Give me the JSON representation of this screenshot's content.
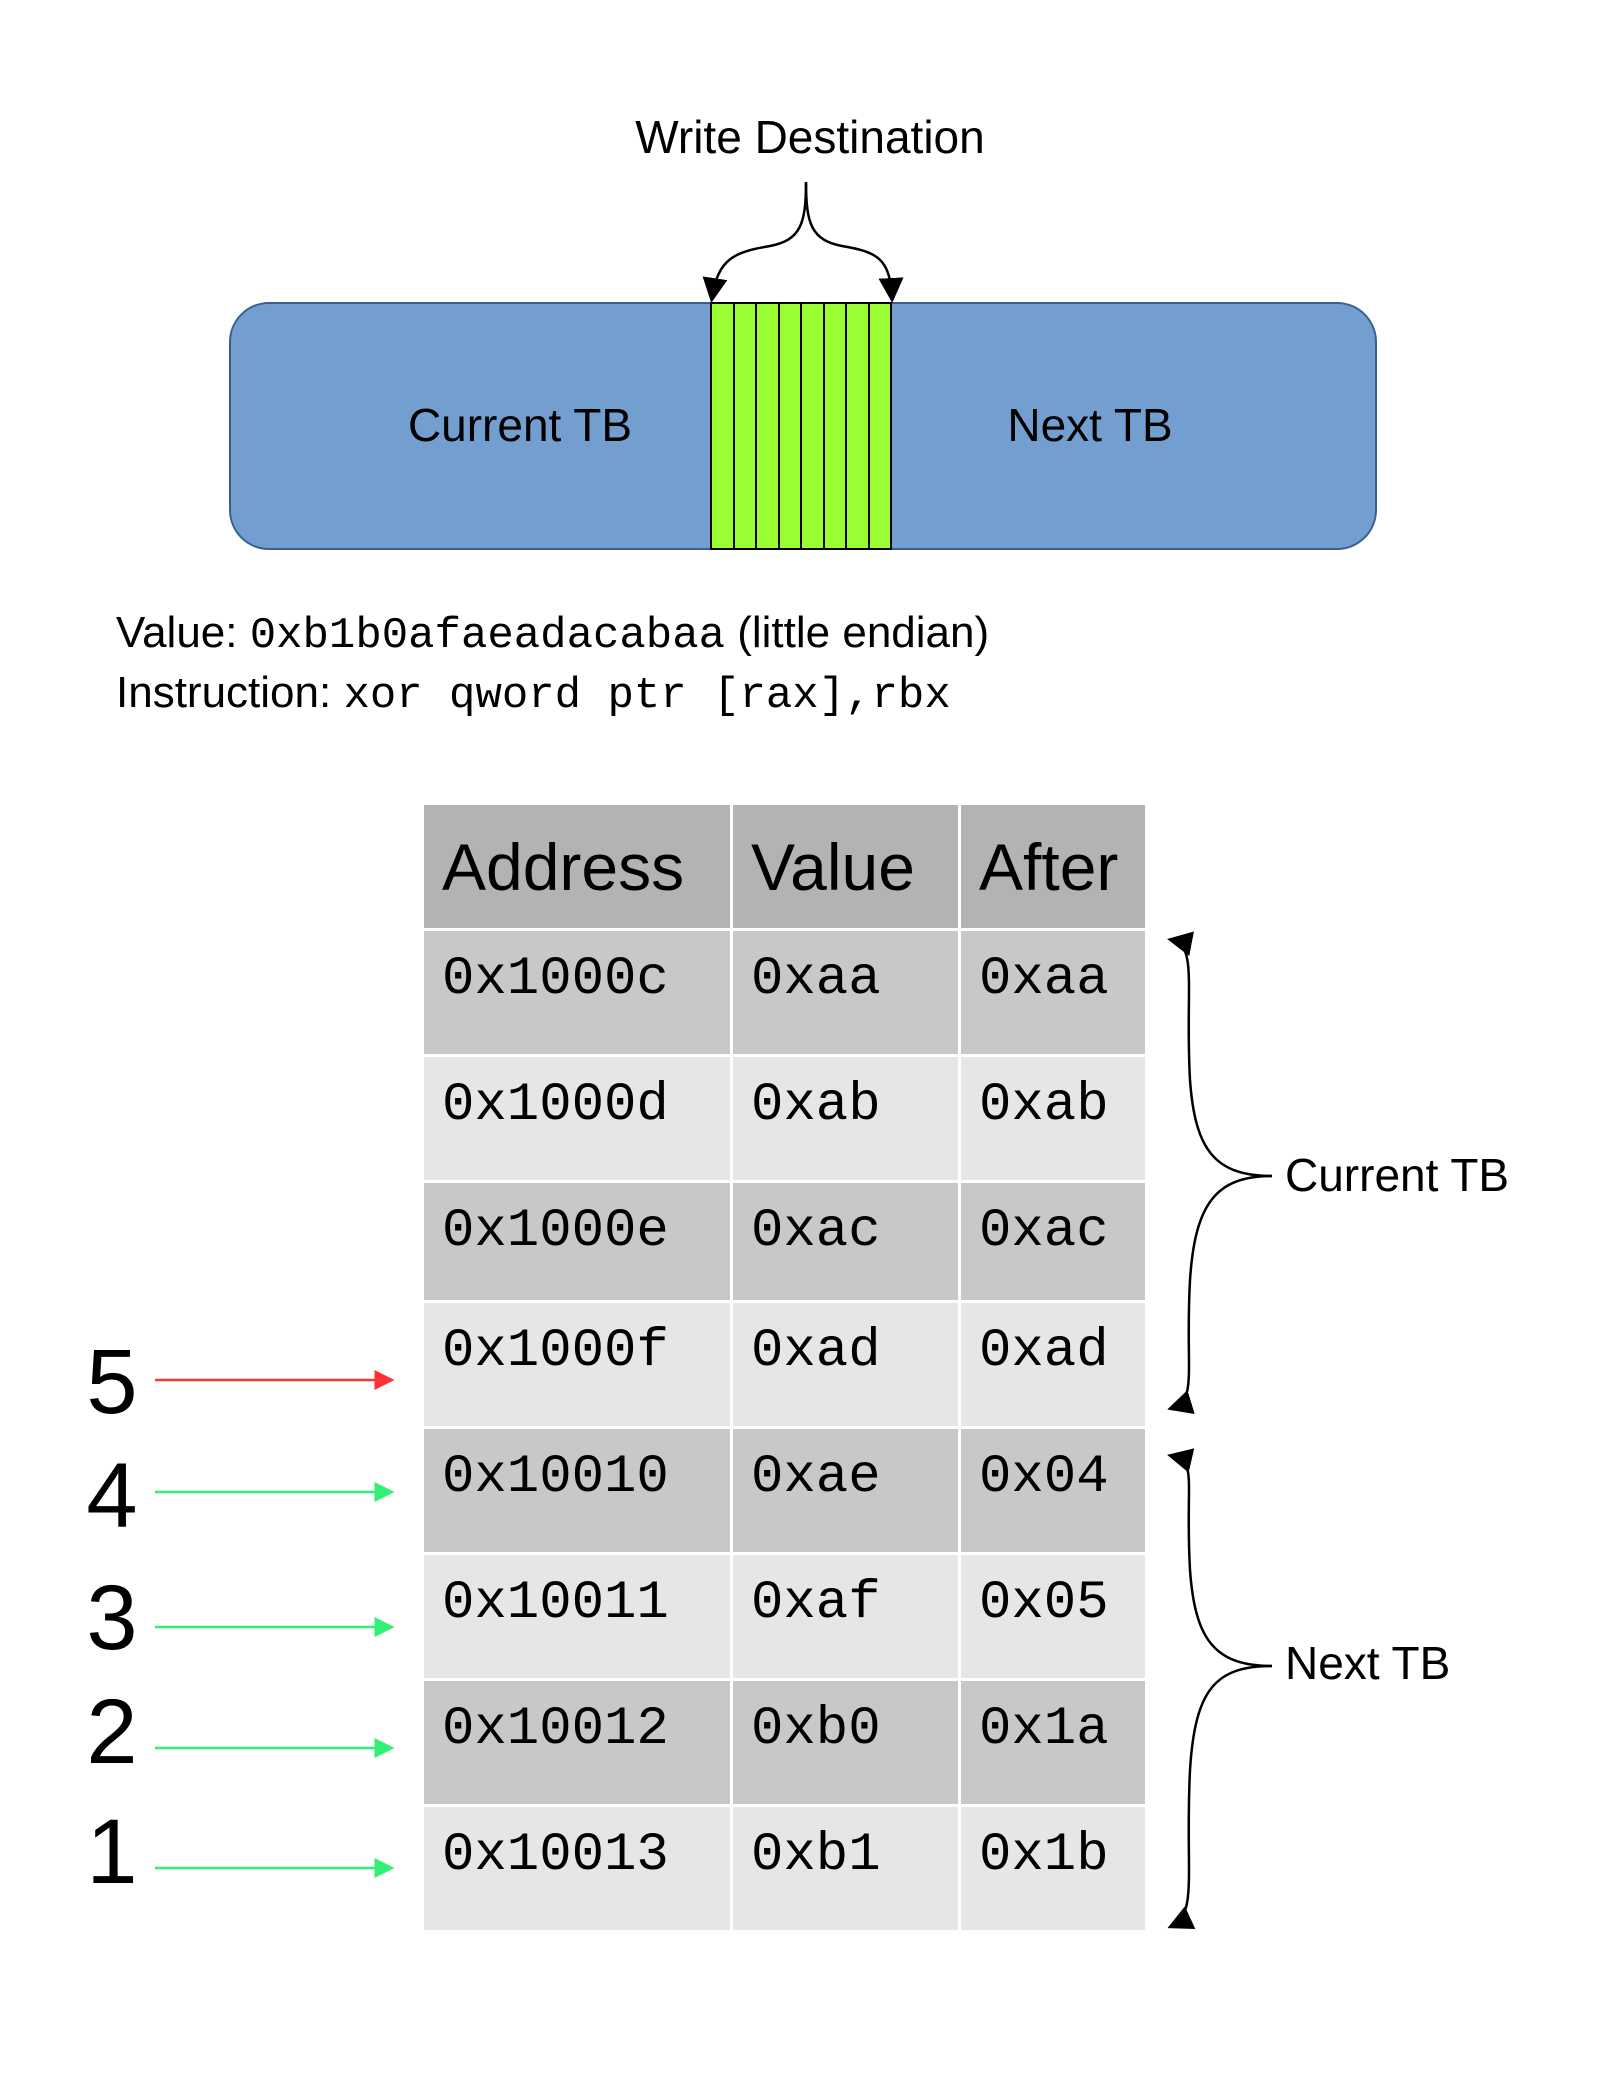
{
  "write_destination_label": "Write Destination",
  "tb_bar": {
    "current_label": "Current TB",
    "next_label": "Next TB",
    "bar_color": "#729fcf",
    "write_cell_color": "#99ff33",
    "write_cell_count": 8
  },
  "info": {
    "value_prefix": "Value: ",
    "value_hex": "0xb1b0afaeadacabaa",
    "value_suffix": " (little endian)",
    "instruction_prefix": "Instruction: ",
    "instruction_code": "xor qword ptr [rax],rbx"
  },
  "table": {
    "headers": [
      "Address",
      "Value",
      "After"
    ],
    "rows": [
      {
        "address": "0x1000c",
        "value": "0xaa",
        "after": "0xaa"
      },
      {
        "address": "0x1000d",
        "value": "0xab",
        "after": "0xab"
      },
      {
        "address": "0x1000e",
        "value": "0xac",
        "after": "0xac"
      },
      {
        "address": "0x1000f",
        "value": "0xad",
        "after": "0xad"
      },
      {
        "address": "0x10010",
        "value": "0xae",
        "after": "0x04"
      },
      {
        "address": "0x10011",
        "value": "0xaf",
        "after": "0x05"
      },
      {
        "address": "0x10012",
        "value": "0xb0",
        "after": "0x1a"
      },
      {
        "address": "0x10013",
        "value": "0xb1",
        "after": "0x1b"
      }
    ]
  },
  "brace_labels": {
    "current": "Current TB",
    "next": "Next TB"
  },
  "steps": [
    {
      "number": "5",
      "color": "#ff3333"
    },
    {
      "number": "4",
      "color": "#33ee77"
    },
    {
      "number": "3",
      "color": "#33ee77"
    },
    {
      "number": "2",
      "color": "#33ee77"
    },
    {
      "number": "1",
      "color": "#33ee77"
    }
  ]
}
